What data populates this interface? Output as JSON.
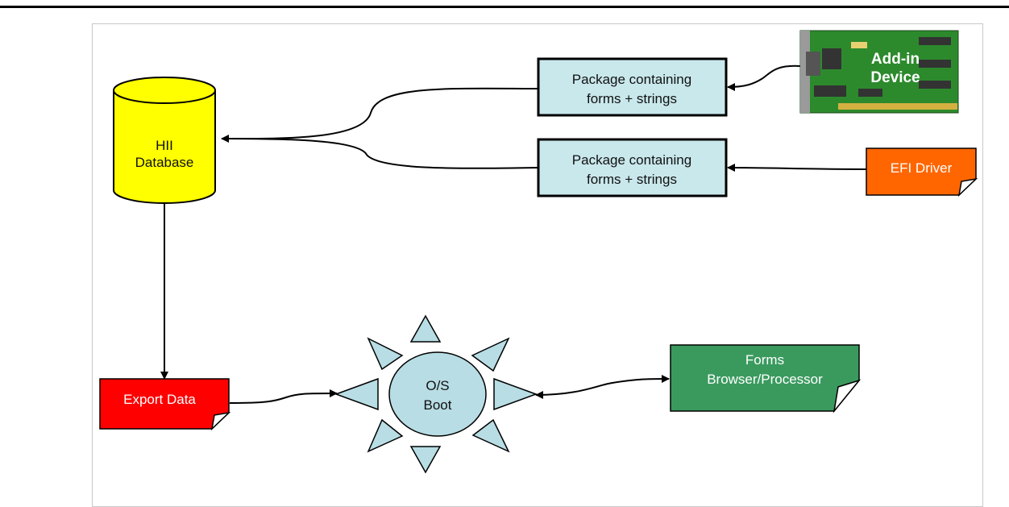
{
  "diagram": {
    "hii_database": {
      "line1": "HII",
      "line2": "Database"
    },
    "package_top": {
      "line1": "Package containing",
      "line2": "forms + strings"
    },
    "package_bottom": {
      "line1": "Package containing",
      "line2": "forms + strings"
    },
    "addin_device": {
      "line1": "Add-in",
      "line2": "Device"
    },
    "efi_driver": {
      "label": "EFI Driver"
    },
    "export_data": {
      "label": "Export Data"
    },
    "os_boot": {
      "line1": "O/S",
      "line2": "Boot"
    },
    "forms_browser": {
      "line1": "Forms",
      "line2": "Browser/Processor"
    }
  },
  "colors": {
    "database_fill": "#ffff00",
    "package_fill": "#c9e8ec",
    "efi_driver_fill": "#ff6600",
    "export_data_fill": "#ff0000",
    "forms_browser_fill": "#3a9a5e",
    "os_boot_fill": "#b8dde4",
    "pcb_fill": "#2c8a2c"
  }
}
